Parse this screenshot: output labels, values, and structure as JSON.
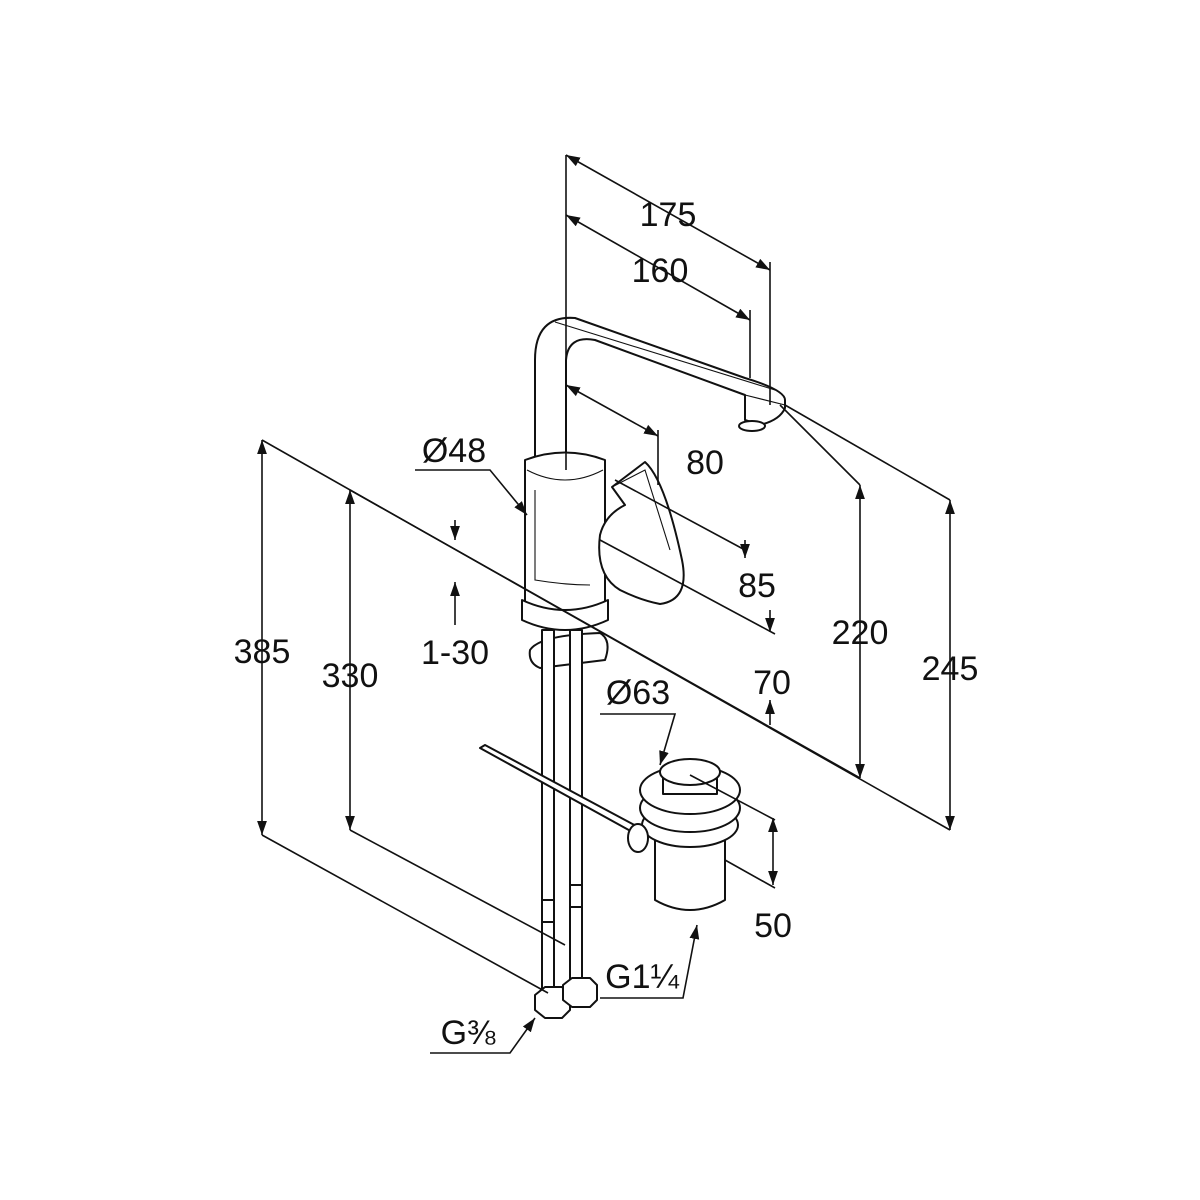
{
  "drawing": {
    "title": "Basin mixer dimension drawing",
    "dimensions": {
      "spout_reach_total": "175",
      "spout_reach": "160",
      "handle_offset": "80",
      "body_diameter": "Ø48",
      "handle_depth": "85",
      "handle_height": "70",
      "spout_height": "220",
      "total_height": "245",
      "hose_length_long": "385",
      "hose_length_short": "330",
      "countertop_thickness": "1-30",
      "drain_diameter": "Ø63",
      "drain_height": "50",
      "drain_thread": "G1¼",
      "hose_thread": "G⅜"
    }
  }
}
